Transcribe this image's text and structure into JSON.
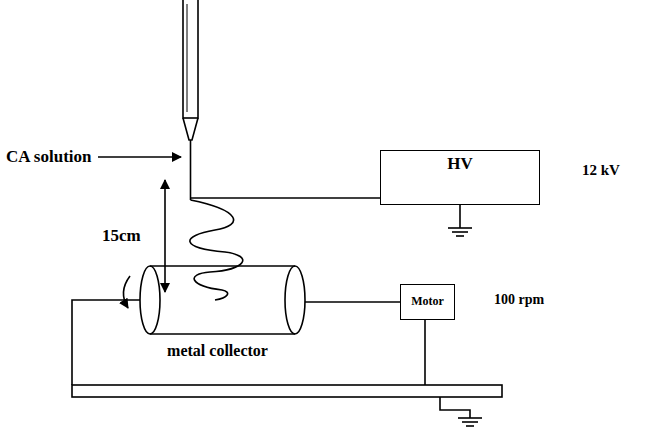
{
  "diagram": {
    "nodes": [
      {
        "text": [
          "HV"
        ]
      },
      {
        "text": [
          "metal collector"
        ]
      },
      {
        "text": [
          "Motor"
        ]
      }
    ],
    "edges": [
      {
        "from": 1,
        "to": 2,
        "arrow": "none"
      }
    ],
    "labels": [
      "CA solution",
      "15cm",
      "12 kV",
      "100 rpm"
    ]
  }
}
